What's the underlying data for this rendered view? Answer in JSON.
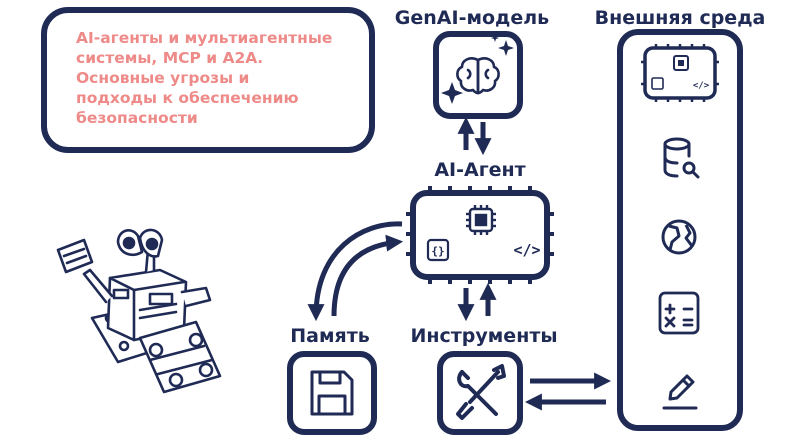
{
  "colors": {
    "navy": "#1f2a55",
    "accent": "#ee8a88",
    "white": "#ffffff"
  },
  "title": {
    "lines": [
      "AI-агенты и мультиагентные",
      "системы, МСР и А2А.",
      "Основные угрозы и",
      "подходы к обеспечению",
      "безопасности"
    ]
  },
  "nodes": {
    "genai_model": {
      "label": "GenAI-модель",
      "icon": "brain-sparkles-icon"
    },
    "agent": {
      "label": "AI-Агент",
      "icon": "chip-icon",
      "badges": [
        "{}",
        "</>"
      ]
    },
    "memory": {
      "label": "Память",
      "icon": "floppy-disk-icon"
    },
    "tools": {
      "label": "Инструменты",
      "icon": "wrench-screwdriver-icon"
    },
    "environment": {
      "label": "Внешняя среда",
      "items": [
        {
          "icon": "mini-agent-icon"
        },
        {
          "icon": "database-search-icon"
        },
        {
          "icon": "globe-icon"
        },
        {
          "icon": "calculator-icon"
        },
        {
          "icon": "pencil-icon"
        }
      ]
    }
  },
  "illustration": {
    "icon": "robot-icon"
  }
}
